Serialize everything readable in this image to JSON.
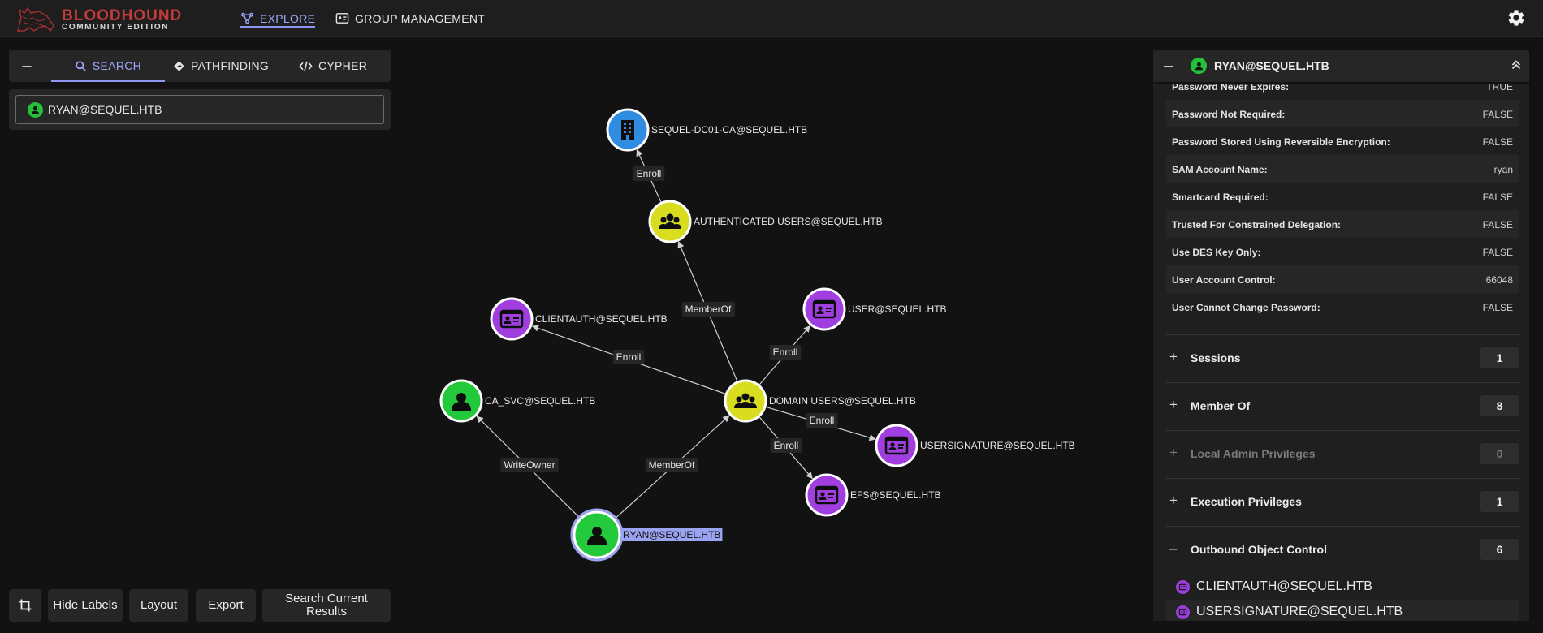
{
  "app": {
    "logo_title": "BLOODHOUND",
    "logo_subtitle": "COMMUNITY EDITION",
    "nav": [
      {
        "label": "EXPLORE",
        "icon": "graph-icon",
        "active": true
      },
      {
        "label": "GROUP MANAGEMENT",
        "icon": "id-card-icon",
        "active": false
      }
    ],
    "settings_icon": "gear-icon"
  },
  "search_panel": {
    "tabs": [
      {
        "label": "SEARCH",
        "icon": "search-icon",
        "active": true
      },
      {
        "label": "PATHFINDING",
        "icon": "diamond-direction-icon",
        "active": false
      },
      {
        "label": "CYPHER",
        "icon": "code-icon",
        "active": false
      }
    ],
    "search_value": "RYAN@SEQUEL.HTB"
  },
  "toolbar": {
    "crop_icon": "crop-icon",
    "hide_labels": "Hide Labels",
    "layout": "Layout",
    "export": "Export",
    "search_current": "Search Current Results"
  },
  "graph": {
    "nodes": [
      {
        "id": "ca",
        "label": "SEQUEL-DC01-CA@SEQUEL.HTB",
        "kind": "enterprise-ca",
        "color": "#2f8ce0"
      },
      {
        "id": "auth",
        "label": "AUTHENTICATED USERS@SEQUEL.HTB",
        "kind": "group",
        "color": "#d8dd20"
      },
      {
        "id": "clientauth",
        "label": "CLIENTAUTH@SEQUEL.HTB",
        "kind": "cert-template",
        "color": "#a13ee0"
      },
      {
        "id": "user",
        "label": "USER@SEQUEL.HTB",
        "kind": "cert-template",
        "color": "#a13ee0"
      },
      {
        "id": "casvc",
        "label": "CA_SVC@SEQUEL.HTB",
        "kind": "user",
        "color": "#22c93a"
      },
      {
        "id": "du",
        "label": "DOMAIN USERS@SEQUEL.HTB",
        "kind": "group",
        "color": "#d8dd20"
      },
      {
        "id": "usersig",
        "label": "USERSIGNATURE@SEQUEL.HTB",
        "kind": "cert-template",
        "color": "#a13ee0"
      },
      {
        "id": "efs",
        "label": "EFS@SEQUEL.HTB",
        "kind": "cert-template",
        "color": "#a13ee0"
      },
      {
        "id": "ryan",
        "label": "RYAN@SEQUEL.HTB",
        "kind": "user",
        "color": "#22c93a",
        "selected": true
      }
    ],
    "edges": [
      {
        "from": "auth",
        "to": "ca",
        "label": "Enroll"
      },
      {
        "from": "du",
        "to": "auth",
        "label": "MemberOf"
      },
      {
        "from": "du",
        "to": "clientauth",
        "label": "Enroll"
      },
      {
        "from": "du",
        "to": "user",
        "label": "Enroll"
      },
      {
        "from": "du",
        "to": "usersig",
        "label": "Enroll"
      },
      {
        "from": "du",
        "to": "efs",
        "label": "Enroll"
      },
      {
        "from": "ryan",
        "to": "casvc",
        "label": "WriteOwner"
      },
      {
        "from": "ryan",
        "to": "du",
        "label": "MemberOf"
      }
    ]
  },
  "entity_panel": {
    "title": "RYAN@SEQUEL.HTB",
    "properties": [
      {
        "key": "Password Never Expires:",
        "value": "TRUE"
      },
      {
        "key": "Password Not Required:",
        "value": "FALSE"
      },
      {
        "key": "Password Stored Using Reversible Encryption:",
        "value": "FALSE"
      },
      {
        "key": "SAM Account Name:",
        "value": "ryan"
      },
      {
        "key": "Smartcard Required:",
        "value": "FALSE"
      },
      {
        "key": "Trusted For Constrained Delegation:",
        "value": "FALSE"
      },
      {
        "key": "Use DES Key Only:",
        "value": "FALSE"
      },
      {
        "key": "User Account Control:",
        "value": "66048"
      },
      {
        "key": "User Cannot Change Password:",
        "value": "FALSE"
      }
    ],
    "sections": [
      {
        "label": "Sessions",
        "count": "1",
        "expanded": false,
        "disabled": false
      },
      {
        "label": "Member Of",
        "count": "8",
        "expanded": false,
        "disabled": false
      },
      {
        "label": "Local Admin Privileges",
        "count": "0",
        "expanded": false,
        "disabled": true
      },
      {
        "label": "Execution Privileges",
        "count": "1",
        "expanded": false,
        "disabled": false
      },
      {
        "label": "Outbound Object Control",
        "count": "6",
        "expanded": true,
        "disabled": false
      }
    ],
    "outbound_items": [
      "CLIENTAUTH@SEQUEL.HTB",
      "USERSIGNATURE@SEQUEL.HTB"
    ]
  }
}
